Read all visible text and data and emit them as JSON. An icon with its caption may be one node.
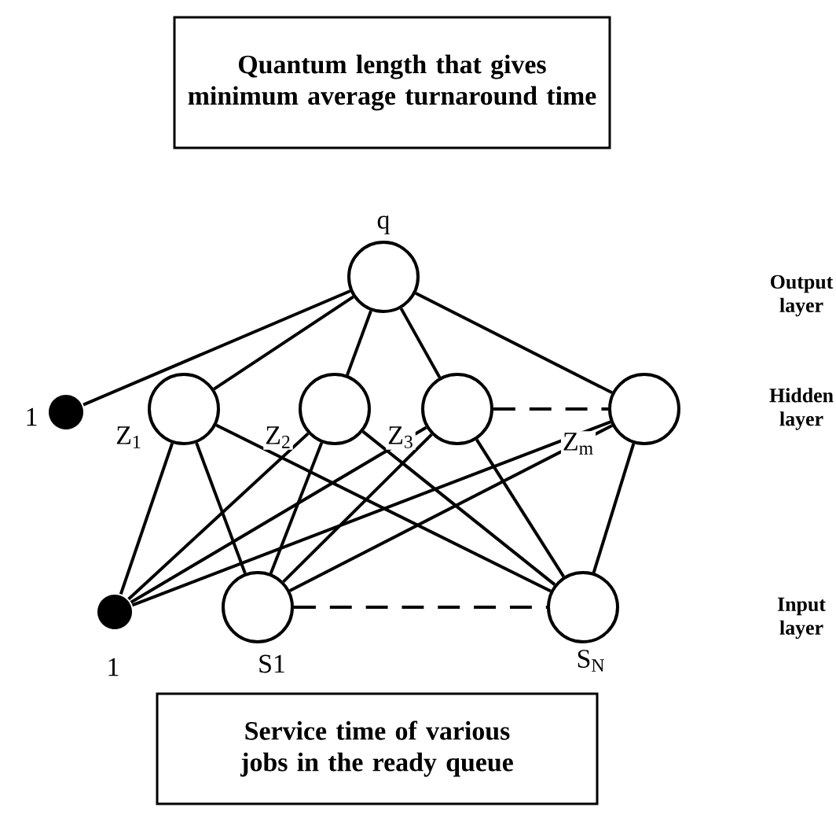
{
  "diagram": {
    "nodes": [
      {
        "text": [
          "Quantum length that gives minimum average turnaround time"
        ]
      },
      {
        "text": [],
        "shape": "circle",
        "beside": [
          "q"
        ]
      },
      {
        "text": [],
        "shape": "circle",
        "beside": [
          "1"
        ]
      },
      {
        "text": [],
        "shape": "circle",
        "beside": [
          "Z$_{1}$"
        ]
      },
      {
        "text": [],
        "shape": "circle",
        "beside": [
          "Z$_{2}$"
        ]
      },
      {
        "text": [],
        "shape": "circle",
        "beside": [
          "Z$_{3}$"
        ]
      },
      {
        "text": [],
        "shape": "circle",
        "beside": [
          "Z$_{m}$"
        ]
      },
      {
        "text": [],
        "shape": "circle",
        "beside": [
          "1"
        ]
      },
      {
        "text": [],
        "shape": "circle",
        "beside": [
          "S1"
        ]
      },
      {
        "text": [],
        "shape": "circle",
        "beside": [
          "S$_{N}$"
        ]
      },
      {
        "text": [
          "Service time of various jobs in the ready queue"
        ]
      }
    ],
    "edges": [
      {
        "from": 1,
        "to": 2,
        "arrow": "none"
      },
      {
        "from": 1,
        "to": 3,
        "arrow": "none"
      },
      {
        "from": 1,
        "to": 4,
        "arrow": "none"
      },
      {
        "from": 1,
        "to": 5,
        "arrow": "none"
      },
      {
        "from": 1,
        "to": 6,
        "arrow": "none"
      },
      {
        "from": 5,
        "to": 6,
        "arrow": "none",
        "style": "dashed"
      },
      {
        "from": 7,
        "to": 3,
        "arrow": "none"
      },
      {
        "from": 7,
        "to": 4,
        "arrow": "none"
      },
      {
        "from": 7,
        "to": 5,
        "arrow": "none"
      },
      {
        "from": 7,
        "to": 6,
        "arrow": "none"
      },
      {
        "from": 8,
        "to": 3,
        "arrow": "none"
      },
      {
        "from": 8,
        "to": 4,
        "arrow": "none"
      },
      {
        "from": 8,
        "to": 5,
        "arrow": "none"
      },
      {
        "from": 8,
        "to": 6,
        "arrow": "none"
      },
      {
        "from": 9,
        "to": 3,
        "arrow": "none"
      },
      {
        "from": 9,
        "to": 4,
        "arrow": "none"
      },
      {
        "from": 9,
        "to": 5,
        "arrow": "none"
      },
      {
        "from": 9,
        "to": 6,
        "arrow": "none"
      },
      {
        "from": 8,
        "to": 9,
        "arrow": "none",
        "style": "dashed"
      }
    ],
    "labels": [
      "Output layer",
      "Hidden layer",
      "Input layer"
    ]
  }
}
